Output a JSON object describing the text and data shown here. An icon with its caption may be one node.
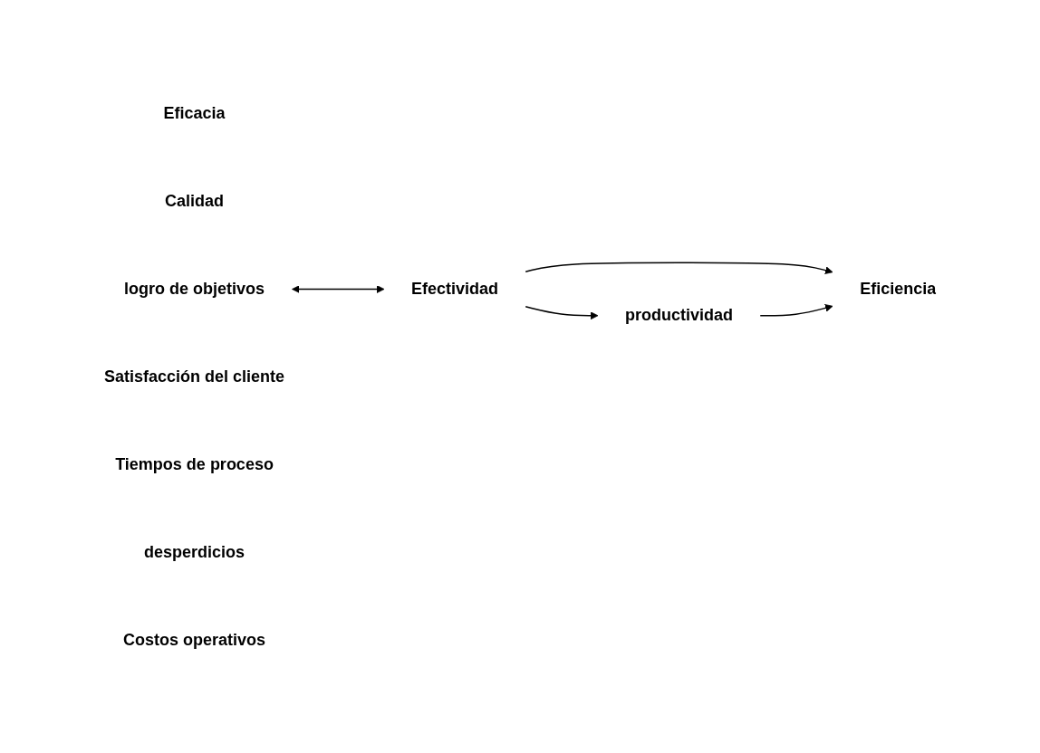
{
  "diagram": {
    "nodes": [
      {
        "text": [
          "Eficacia"
        ]
      },
      {
        "text": [
          "Calidad"
        ]
      },
      {
        "text": [
          "logro de objetivos"
        ]
      },
      {
        "text": [
          "Satisfacción del cliente"
        ]
      },
      {
        "text": [
          "Efectividad"
        ]
      },
      {
        "text": [
          "productividad"
        ]
      },
      {
        "text": [
          "Eficiencia"
        ]
      },
      {
        "text": [
          "Tiempos de proceso"
        ]
      },
      {
        "text": [
          "desperdicios"
        ]
      },
      {
        "text": [
          "Costos operativos"
        ]
      }
    ],
    "edges": [
      {
        "from": 2,
        "to": 4,
        "arrow": "both"
      },
      {
        "from": 4,
        "to": 5,
        "arrow": "to"
      },
      {
        "from": 4,
        "to": 6,
        "arrow": "to"
      },
      {
        "from": 5,
        "to": 6,
        "arrow": "to"
      }
    ]
  }
}
